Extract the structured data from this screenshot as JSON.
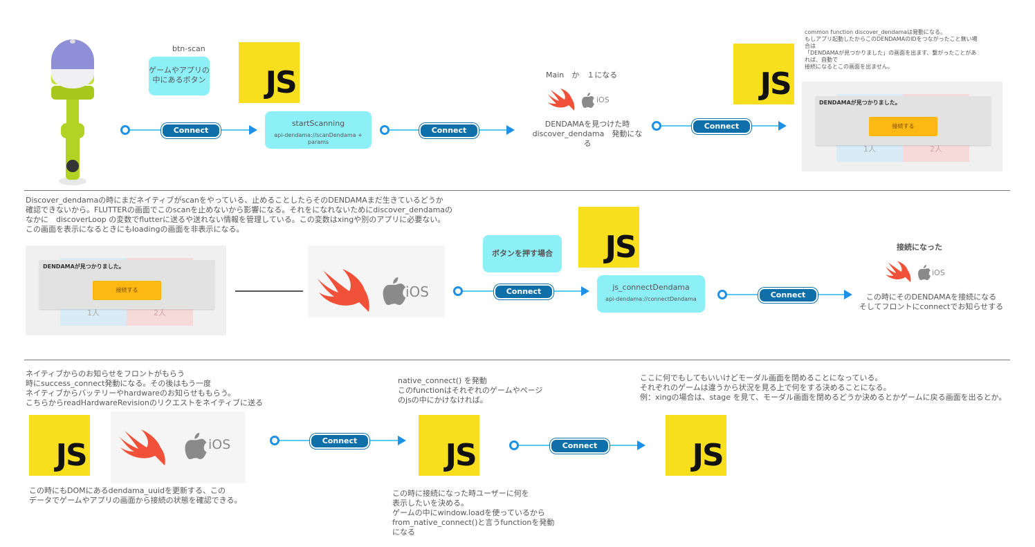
{
  "row1": {
    "btn_scan_label": "btn-scan",
    "game_button_text": "ゲームやアプリの\n中にあるボタン",
    "js_label": "JS",
    "connect_label": "Connect",
    "start_scanning": {
      "title": "startScanning",
      "subtitle": "api-dendama://scanDendama + params"
    },
    "main_text": "Main　か　１になる",
    "ios_text": "iOS",
    "found_text": "DENDAMAを見つけた時\ndiscover_dendama　発動になる",
    "common_text": "common function discover_dendamaは発動になる。\nもしアプリ起動したからこのDENDAMAのIDをつながったこと無い場\n合は\n「DENDAMAが見つかりました」の画面を出ます、繋がったことがあ\nれば、自動で\n接続になるとこの画面を出ません。",
    "modal_title": "DENDAMAが見つかりました。",
    "modal_button": "接続する",
    "bg_left": "1人",
    "bg_right": "2人"
  },
  "row2": {
    "description": "Discover_dendamaの時にまだネイティブがscanをやっている、止めることしたらそのDENDAMAまだ生きているどうか\n確認できないから。FLUTTERの画面でこのscanを止めないから影響になる。それをになれないためにdiscover_dendamaの\nなかに　discoverLoop の変数でflutterに送るや送れない情報を管理している。この変数はxingや別のアプリに必要ない。\nこの画面を表示になるときにもloadingの画面を非表示になる。",
    "modal_title": "DENDAMAが見つかりました。",
    "modal_button": "接続する",
    "bg_left": "1人",
    "bg_right": "2人",
    "ios_text": "iOS",
    "press_button_text": "ボタンを押す場合",
    "js_label": "JS",
    "connect_label": "Connect",
    "js_connect": {
      "title": "js_connectDendama",
      "subtitle": "api-dendama://connectDendama"
    },
    "connected_title": "接続になった",
    "connected_text": "この時にそのDENDAMAを接続になる\nそしてフロントにconnectでお知らせする"
  },
  "row3": {
    "notice_text": "ネイティブからのお知らせをフロントがもらう\n時にsuccess_connect発動になる。その後はもう一度\nネイティブからバッテリーやhardwareのお知らせももらう。\nこちらからreadHardwareRevisionのリクエストをネイティブに送る",
    "js_label": "JS",
    "ios_text": "iOS",
    "dom_text": "この時にもDOMにあるdendama_uuidを更新する、この\nデータでゲームやアプリの画面から接続の状態を確認できる。",
    "connect_label": "Connect",
    "native_connect_text": "native_connect() を発動\nこのfunctionはそれぞれのゲームやページ\nのjsの中にかけなければ。",
    "user_text": "この時に接続になった時ユーザーに何を\n表示したいを決める。\nゲームの中にwindow.loadを使っているから\nfrom_native_connect()と言うfunctionを発動\nになる",
    "modal_close_text": "ここに何でもしてもいいけどモーダル画面を閉めることになっている。\nそれぞれのゲームは違うから状況を見る上で何をする決めることになる。\n例：xingの場合は、stage を見て、モーダル画面を閉めるどうか決めるとかゲームに戻る画面を出るとか。"
  }
}
